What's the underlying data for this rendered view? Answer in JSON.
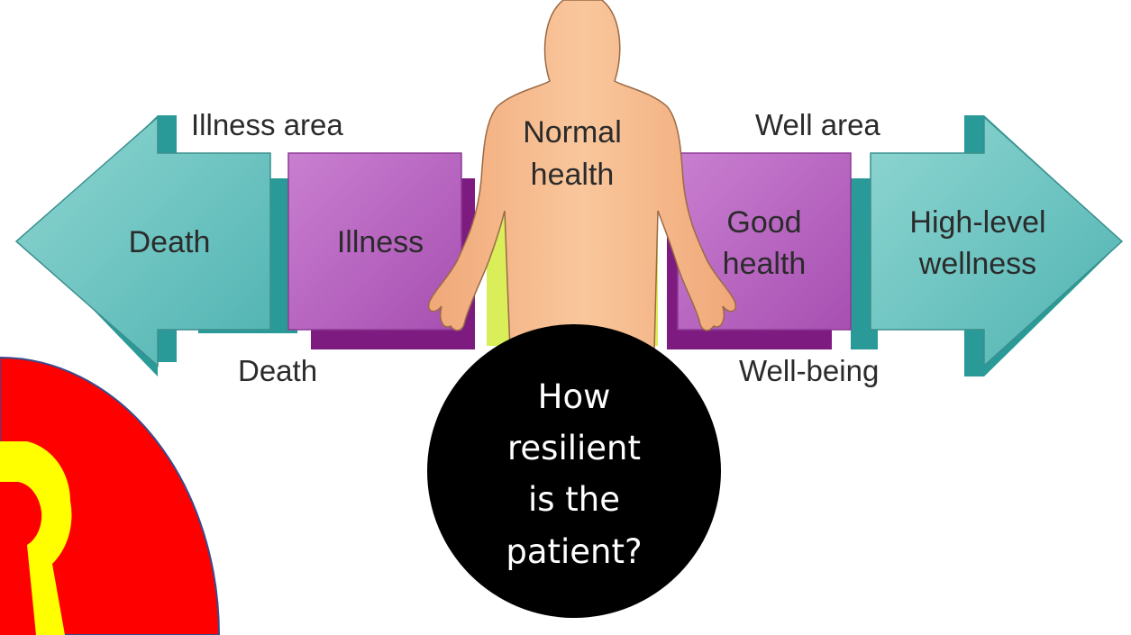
{
  "labels": {
    "illness_area": "Illness area",
    "well_area": "Well area",
    "death_bottom": "Death",
    "well_being": "Well-being",
    "death_box": "Death",
    "illness_box": "Illness",
    "normal_health": [
      "Normal",
      "health"
    ],
    "good_health": [
      "Good",
      "health"
    ],
    "high_level_wellness": [
      "High-level",
      "wellness"
    ]
  },
  "question": [
    "How",
    "resilient",
    "is the",
    "patient?"
  ],
  "colors": {
    "teal": "#66c2c0",
    "teal_dark": "#2a9a98",
    "purple": "#b85fc0",
    "purple_dark": "#7d1b80",
    "skin": "#f6b98a",
    "lime": "#e6f57a",
    "red": "#ff0000",
    "yellow": "#ffff00",
    "black": "#000000"
  }
}
